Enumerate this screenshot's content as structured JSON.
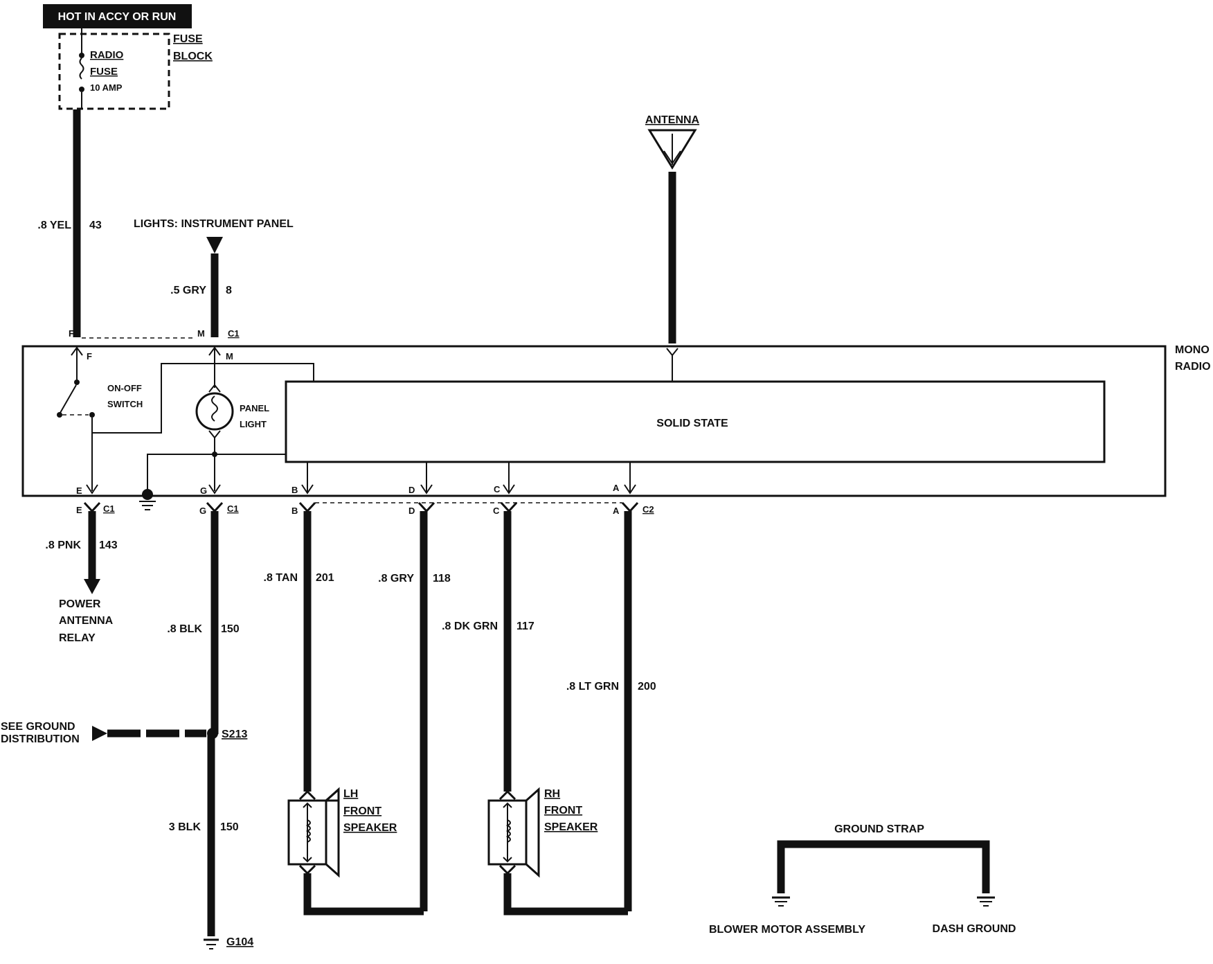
{
  "header": {
    "hot_label": "HOT IN ACCY OR RUN"
  },
  "fuse_block": {
    "title_line1": "FUSE",
    "title_line2": "BLOCK",
    "fuse_line1": "RADIO",
    "fuse_line2": "FUSE",
    "rating": "10 AMP"
  },
  "antenna": {
    "label": "ANTENNA"
  },
  "instrument_lights": {
    "label": "LIGHTS: INSTRUMENT PANEL"
  },
  "radio": {
    "title_line1": "MONO",
    "title_line2": "RADIO",
    "solid_state": "SOLID STATE",
    "switch_line1": "ON-OFF",
    "switch_line2": "SWITCH",
    "light_line1": "PANEL",
    "light_line2": "LIGHT"
  },
  "pins": {
    "F": "F",
    "M": "M",
    "E": "E",
    "G": "G",
    "A": "A",
    "B": "B",
    "C": "C",
    "D": "D"
  },
  "connectors": {
    "c1": "C1",
    "c2": "C2"
  },
  "wires": [
    {
      "gauge_color": ".8 YEL",
      "circuit": "43"
    },
    {
      "gauge_color": ".5 GRY",
      "circuit": "8"
    },
    {
      "gauge_color": ".8 PNK",
      "circuit": "143"
    },
    {
      "gauge_color": ".8 BLK",
      "circuit": "150"
    },
    {
      "gauge_color": "3 BLK",
      "circuit": "150"
    },
    {
      "gauge_color": ".8 TAN",
      "circuit": "201"
    },
    {
      "gauge_color": ".8 GRY",
      "circuit": "118"
    },
    {
      "gauge_color": ".8 DK GRN",
      "circuit": "117"
    },
    {
      "gauge_color": ".8 LT GRN",
      "circuit": "200"
    }
  ],
  "power_antenna": {
    "line1": "POWER",
    "line2": "ANTENNA",
    "line3": "RELAY"
  },
  "ground": {
    "see_line1": "SEE GROUND",
    "see_line2": "DISTRIBUTION",
    "splice": "S213",
    "ground_id": "G104"
  },
  "lh_speaker": {
    "line1": "LH",
    "line2": "FRONT",
    "line3": "SPEAKER"
  },
  "rh_speaker": {
    "line1": "RH",
    "line2": "FRONT",
    "line3": "SPEAKER"
  },
  "ground_strap": {
    "title": "GROUND STRAP",
    "left_label": "BLOWER MOTOR ASSEMBLY",
    "right_label": "DASH GROUND"
  }
}
